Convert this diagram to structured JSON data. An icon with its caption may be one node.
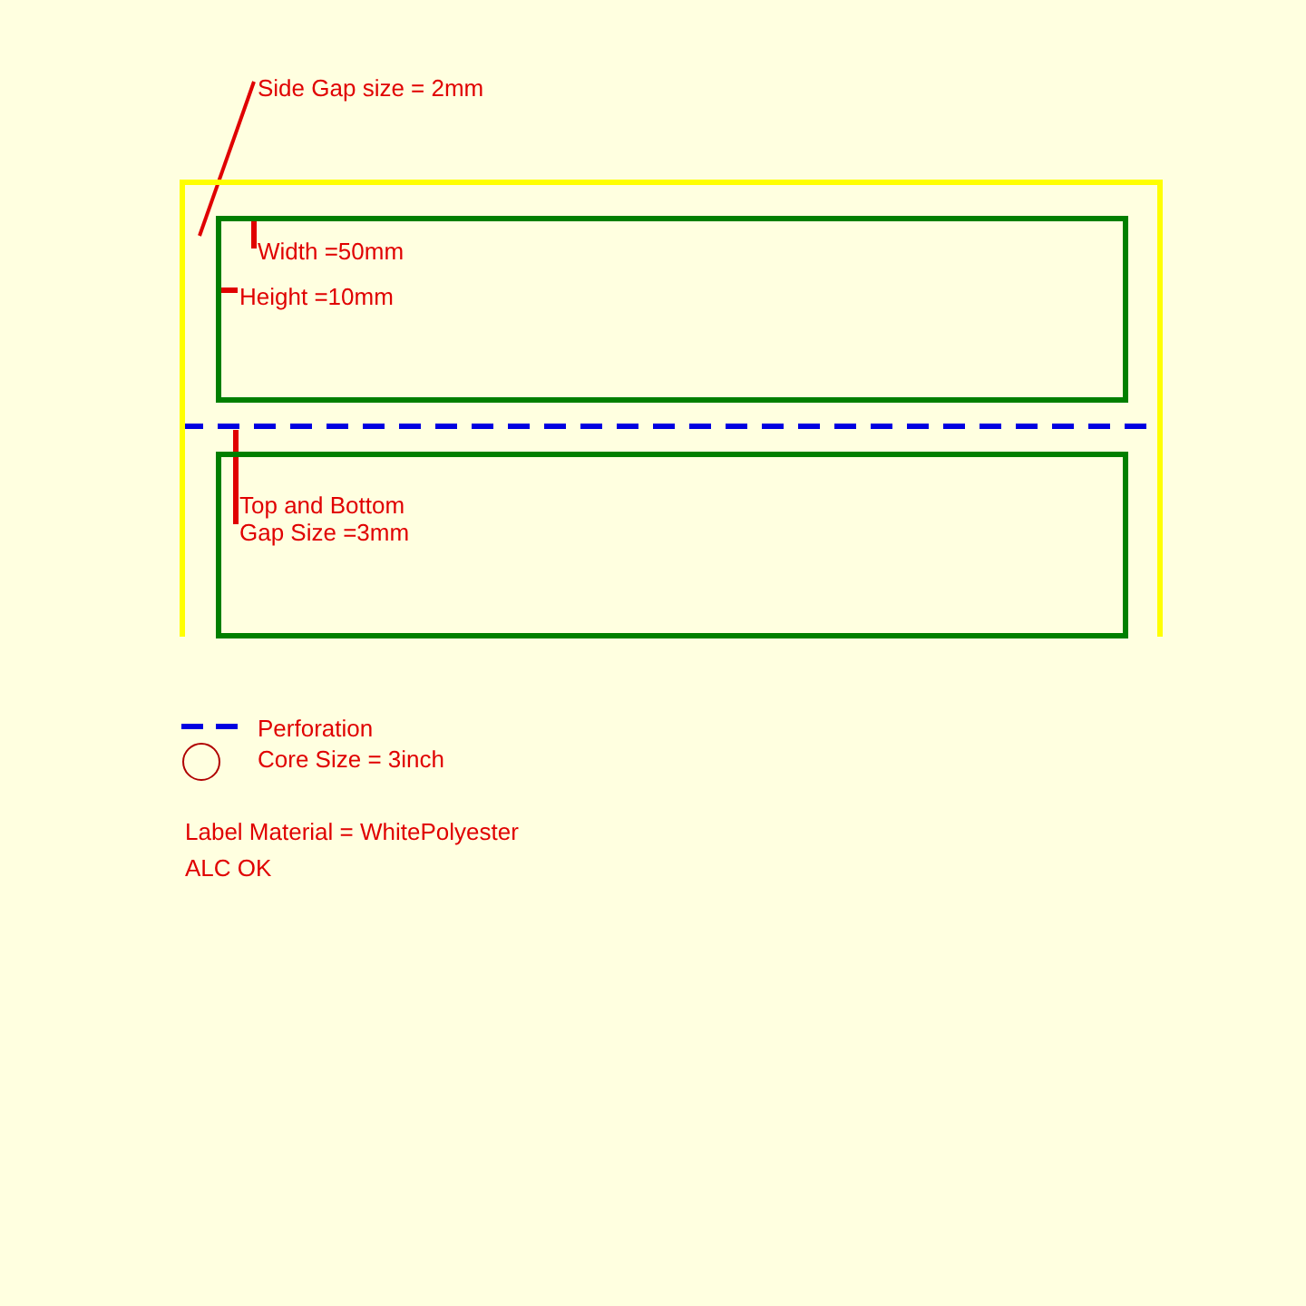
{
  "diagram": {
    "nodes": [
      {
        "text": [],
        "shape": "box"
      },
      {
        "text": [],
        "shape": "box",
        "in": 0
      },
      {
        "text": [],
        "shape": "box",
        "in": 0
      },
      {
        "text": [
          "Side Gap size = 2mm"
        ]
      },
      {
        "text": [
          "Width =50mm"
        ],
        "in": 1
      },
      {
        "text": [
          "Height =10mm"
        ],
        "in": 1
      },
      {
        "text": [
          "Top and Bottom Gap Size =3mm"
        ],
        "in": 2
      }
    ],
    "edges": [
      {
        "from": 3,
        "to": 0,
        "arrow": "none"
      },
      {
        "from": 4,
        "to": 1,
        "arrow": "none"
      },
      {
        "from": 5,
        "to": 1,
        "arrow": "none"
      },
      {
        "from": 6,
        "to": null,
        "arrow": "none"
      }
    ],
    "labels": [
      "Label Material = WhitePolyester",
      "ALC OK"
    ],
    "legend": [
      {
        "text": "Perforation"
      },
      {
        "text": "Core Size = 3inch"
      }
    ]
  }
}
